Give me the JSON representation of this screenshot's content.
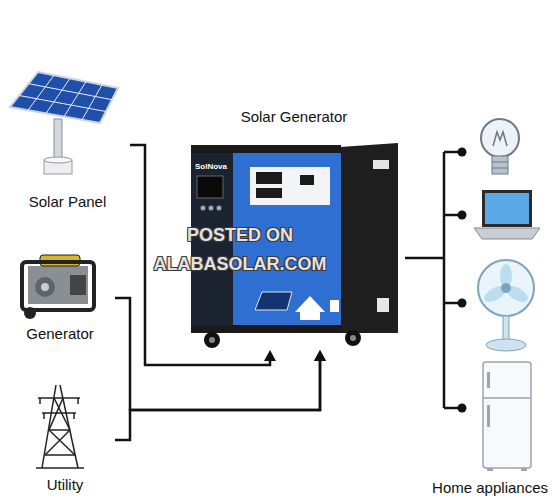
{
  "diagram": {
    "title": "Solar Generator",
    "nodes": [
      {
        "text": [
          "Solar Panel"
        ]
      },
      {
        "text": [
          "Generator"
        ]
      },
      {
        "text": [
          "Utility"
        ]
      },
      {
        "text": [
          "Solar Generator",
          "SolNova"
        ]
      },
      {
        "text": [
          "Home appliances"
        ]
      }
    ],
    "edges": [
      {
        "from": 0,
        "to": 3,
        "arrow": "to"
      },
      {
        "from": 1,
        "to": 3,
        "arrow": "to"
      },
      {
        "from": 2,
        "to": 3,
        "arrow": "to"
      },
      {
        "from": 3,
        "to": 4,
        "arrow": "none"
      }
    ],
    "labels": [
      "POSTED ON ALABASOLAR.COM"
    ]
  }
}
